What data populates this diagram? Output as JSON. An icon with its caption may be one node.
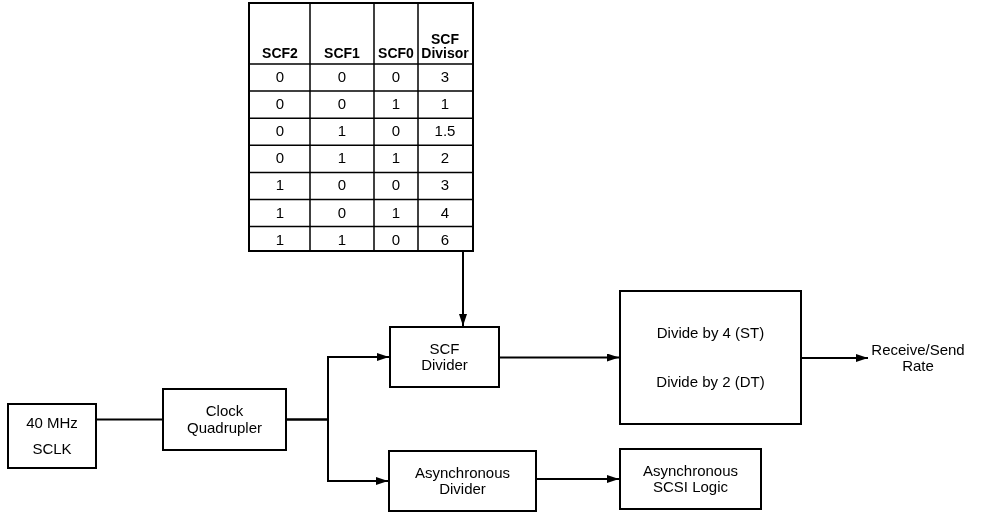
{
  "diagram": {
    "nodes": [
      {
        "text": [],
        "shape": "table"
      },
      {
        "text": [
          "40 MHz",
          "SCLK"
        ]
      },
      {
        "text": [
          "Clock Quadrupler"
        ]
      },
      {
        "text": [
          "SCF Divider"
        ]
      },
      {
        "text": [
          "Asynchronous Divider"
        ]
      },
      {
        "text": [
          "Divide by 4 (ST)",
          "Divide by 2 (DT)"
        ]
      },
      {
        "text": [
          "Asynchronous SCSI Logic"
        ]
      },
      {
        "text": [
          "Receive/Send Rate"
        ]
      }
    ],
    "edges": [
      {
        "from": 0,
        "to": 3,
        "arrow": "to"
      },
      {
        "from": 1,
        "to": 2,
        "arrow": "none"
      },
      {
        "from": 2,
        "to": 3,
        "arrow": "to"
      },
      {
        "from": 2,
        "to": 4,
        "arrow": "to"
      },
      {
        "from": 3,
        "to": 5,
        "arrow": "to"
      },
      {
        "from": 5,
        "to": 7,
        "arrow": "to"
      },
      {
        "from": 4,
        "to": 6,
        "arrow": "to"
      }
    ],
    "labels": [
      "SCF2",
      "SCF1",
      "SCF0",
      "SCF Divisor",
      "0",
      "0",
      "0",
      "3",
      "0",
      "0",
      "1",
      "1",
      "0",
      "1",
      "0",
      "1.5",
      "0",
      "1",
      "1",
      "2",
      "1",
      "0",
      "0",
      "3",
      "1",
      "0",
      "1",
      "4",
      "1",
      "1",
      "0",
      "6"
    ]
  }
}
